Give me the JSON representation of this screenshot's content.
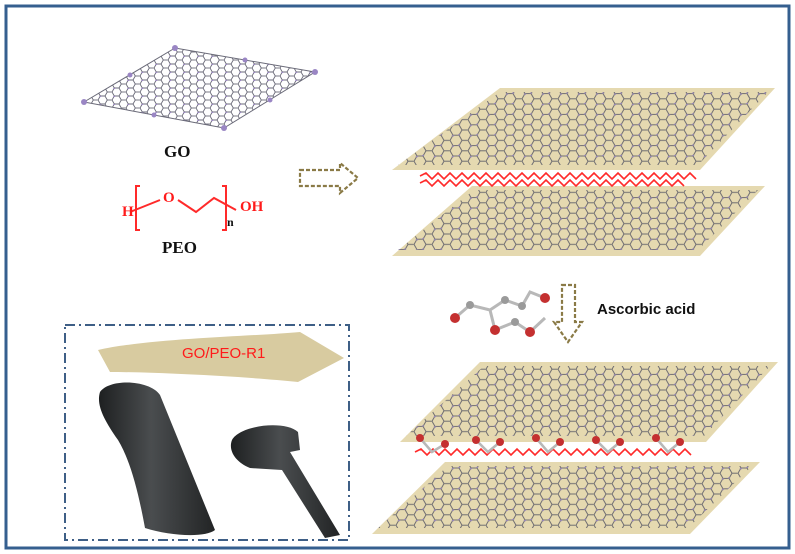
{
  "labels": {
    "go": "GO",
    "peo": "PEO",
    "ascorbic_acid": "Ascorbic acid",
    "film": "GO/PEO-R1"
  },
  "peo_formula": {
    "h": "H",
    "o": "O",
    "oh": "OH",
    "n": "n"
  },
  "colors": {
    "frame": "#355f8f",
    "sheet": "#e5d9b0",
    "lattice_edge": "#5a5a66",
    "lattice_atom": "#8c7bb6",
    "polymer": "#ff2a2a",
    "arrow": "#8a7a46",
    "box_border": "#3e5f86",
    "film_ribbon": "#d8cba0",
    "film_dark": "#2b2d2e"
  }
}
